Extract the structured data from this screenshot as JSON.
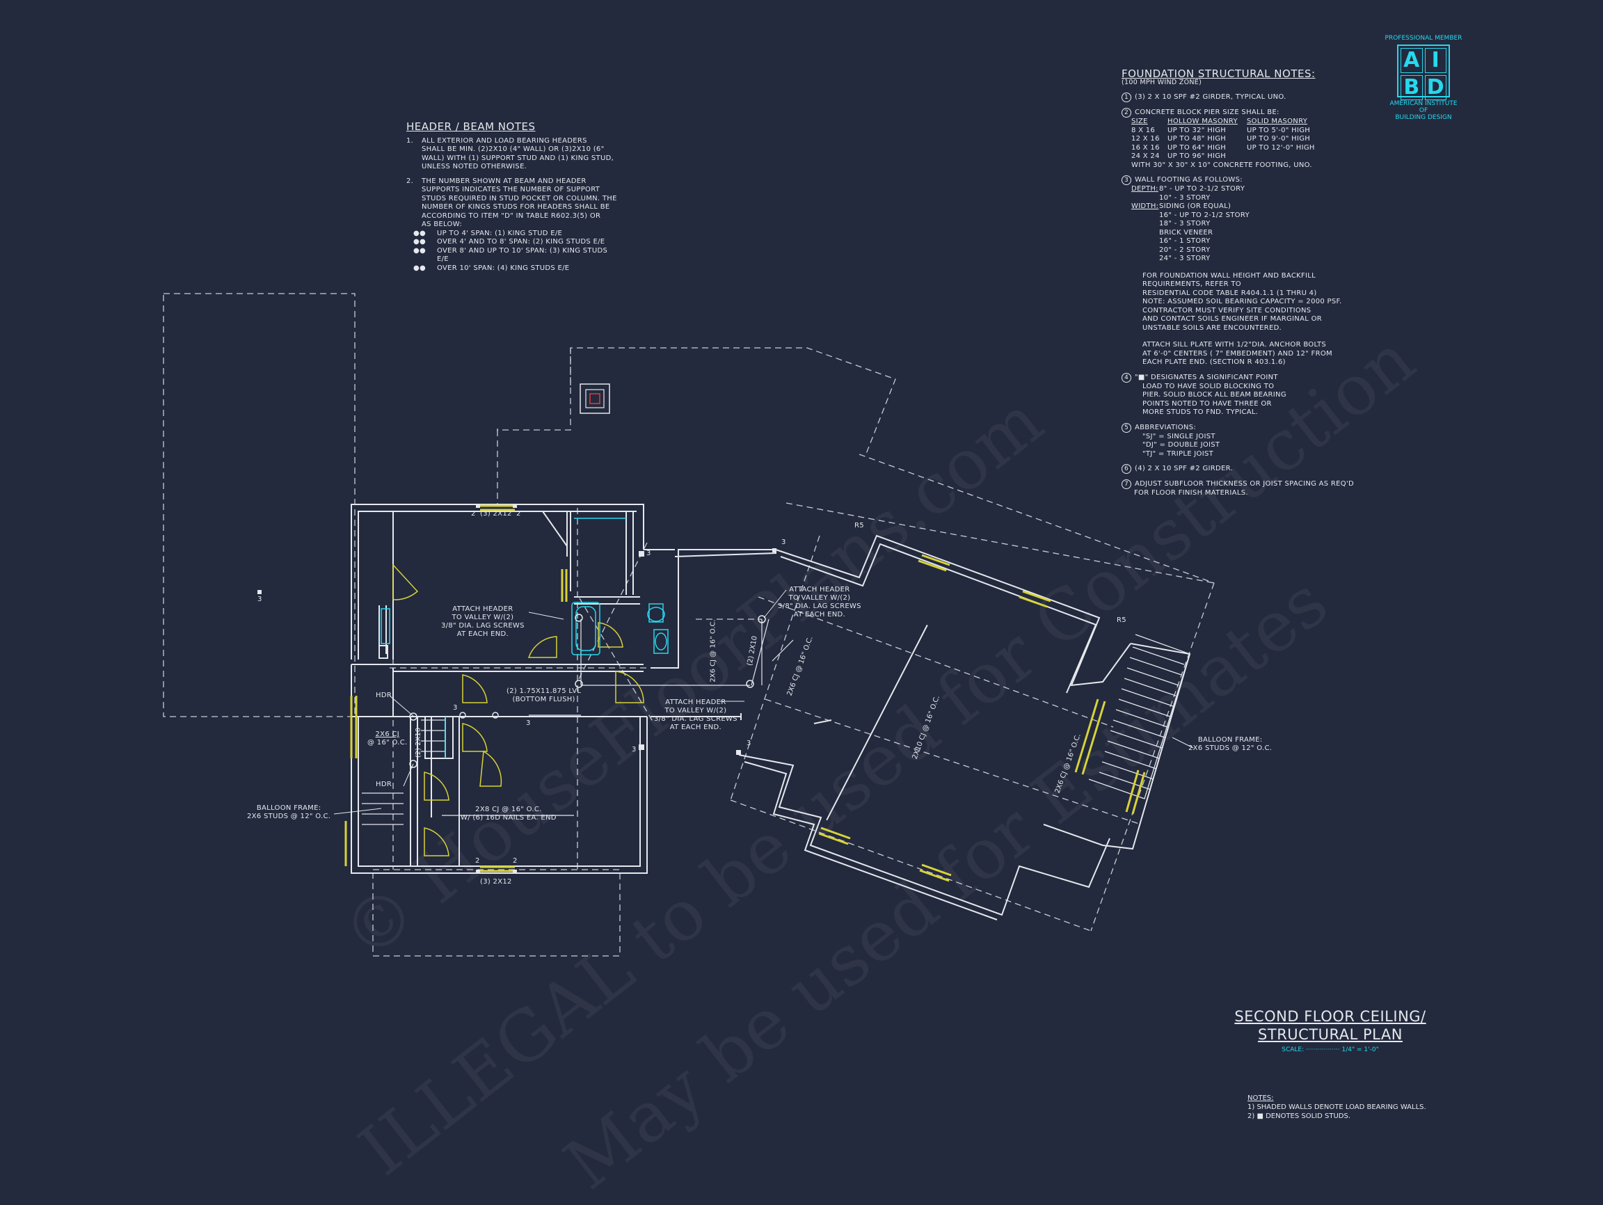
{
  "header_beam_notes": {
    "title": "HEADER / BEAM NOTES",
    "items": [
      {
        "num": "1.",
        "lines": [
          "ALL EXTERIOR AND LOAD BEARING HEADERS",
          "SHALL BE MIN. (2)2x10 (4\" WALL) OR (3)2x10 (6\"",
          "WALL) WITH (1) SUPPORT STUD AND (1) KING STUD,",
          "UNLESS NOTED OTHERWISE."
        ]
      },
      {
        "num": "2.",
        "lines": [
          "THE NUMBER SHOWN AT BEAM AND HEADER",
          "SUPPORTS INDICATES THE NUMBER OF SUPPORT",
          "STUDS REQUIRED IN STUD POCKET OR COLUMN. THE",
          "NUMBER OF KINGS STUDS FOR HEADERS SHALL BE",
          "ACCORDING TO ITEM \"d\" IN TABLE R602.3(5) OR",
          "AS BELOW:"
        ]
      }
    ],
    "bullets": [
      "UP TO 4' SPAN: (1) KING STUD E/E",
      "OVER 4' AND TO 8' SPAN: (2) KING STUDS E/E",
      "OVER 8' AND UP TO 10' SPAN: (3) KING STUDS",
      "E/E",
      "OVER 10' SPAN: (4) KING STUDS E/E"
    ]
  },
  "foundation_notes": {
    "title": "FOUNDATION STRUCTURAL NOTES:",
    "subtitle": "(100 MPH WIND ZONE)",
    "n1": {
      "num": "1",
      "text": "(3) 2 x 10 SPF #2 GIRDER, TYPICAL UNO."
    },
    "n2": {
      "num": "2",
      "text": "CONCRETE BLOCK PIER SIZE SHALL BE:",
      "headers": [
        "SIZE",
        "HOLLOW MASONRY",
        "SOLID MASONRY"
      ],
      "rows": [
        [
          "8 x 16",
          "UP TO 32\" HIGH",
          "UP TO 5'-0\" HIGH"
        ],
        [
          "12 x 16",
          "UP TO 48\" HIGH",
          "UP TO 9'-0\" HIGH"
        ],
        [
          "16 x 16",
          "UP TO 64\" HIGH",
          "UP TO 12'-0\" HIGH"
        ],
        [
          "24 x 24",
          "UP TO 96\" HIGH",
          ""
        ]
      ],
      "footer": "WITH 30\" x 30\" x 10\" CONCRETE FOOTING, UNO."
    },
    "n3": {
      "num": "3",
      "text": "WALL FOOTING AS FOLLOWS:",
      "depth_label": "DEPTH:",
      "depth": [
        "8\" - UP TO 2-1/2 STORY",
        "10\" - 3 STORY"
      ],
      "width_label": "WIDTH:",
      "width": [
        "SIDING (OR EQUAL)",
        "16\" - UP TO 2-1/2 STORY",
        "18\" - 3 STORY",
        "BRICK VENEER",
        "16\" - 1 STORY",
        "20\" - 2 STORY",
        "24\" - 3 STORY"
      ],
      "para1": [
        "FOR FOUNDATION WALL HEIGHT AND BACKFILL",
        "REQUIREMENTS, REFER TO",
        "RESIDENTIAL CODE TABLE R404.1.1 (1 THRU 4)",
        "NOTE: ASSUMED SOIL BEARING CAPACITY = 2000 PSF.",
        "CONTRACTOR MUST VERIFY SITE CONDITIONS",
        "AND CONTACT SOILS ENGINEER IF MARGINAL OR",
        "UNSTABLE SOILS ARE ENCOUNTERED."
      ],
      "para2": [
        "ATTACH SILL PLATE WITH 1/2\"dia. ANCHOR BOLTS",
        "AT 6'-0\" CENTERS ( 7\" EMBEDMENT) AND 12\" FROM",
        "EACH PLATE END. (SECTION R 403.1.6)"
      ]
    },
    "n4": {
      "num": "4",
      "lines": [
        "\"■\" DESIGNATES A SIGNIFICANT POINT",
        "LOAD TO HAVE SOLID BLOCKING TO",
        "PIER. SOLID BLOCK ALL BEAM BEARING",
        "POINTS NOTED TO HAVE THREE OR",
        "MORE STUDS TO FND. TYPICAL."
      ]
    },
    "n5": {
      "num": "5",
      "lines": [
        "ABBREVIATIONS:",
        "\"SJ\" = SINGLE JOIST",
        "\"DJ\" = DOUBLE JOIST",
        "\"TJ\" = TRIPLE JOIST"
      ]
    },
    "n6": {
      "num": "6",
      "text": "(4) 2 x 10 SPF #2 GIRDER."
    },
    "n7": {
      "num": "7",
      "lines": [
        "ADJUST SUBFLOOR THICKNESS OR JOIST SPACING AS REQ'D",
        "FOR FLOOR FINISH MATERIALS."
      ]
    }
  },
  "aibd": {
    "top": "PROFESSIONAL MEMBER",
    "letters": [
      "A",
      "I",
      "B",
      "D"
    ],
    "bottom": [
      "AMERICAN INSTITUTE",
      "OF",
      "BUILDING DESIGN"
    ]
  },
  "plan_labels": {
    "header_top": "(3) 2x12",
    "header_bottom": "(3) 2x12",
    "attach_1": [
      "ATTACH HEADER",
      "TO VALLEY w/(2)",
      "3/8\" DIA. LAG SCREWS",
      "AT EACH END."
    ],
    "attach_2": [
      "ATTACH HEADER",
      "TO VALLEY w/(2)",
      "3/8\" DIA. LAG SCREWS",
      "AT EACH END."
    ],
    "attach_3": [
      "ATTACH HEADER",
      "TO VALLEY w/(2)",
      "3/8\" DIA. LAG SCREWS",
      "AT EACH END."
    ],
    "lvl": [
      "(2) 1.75x11.875 LVL",
      "(BOTTOM FLUSH)"
    ],
    "hdr": "HDR",
    "cj_left": [
      "2x6 CJ",
      "@ 16\" O.C."
    ],
    "cj_bottom": [
      "2x8 CJ @ 16\" O.C.",
      "W/ (6) 16d NAILS EA. END"
    ],
    "balloon_left": [
      "BALLOON FRAME:",
      "2x6 STUDS @ 12\" O.C."
    ],
    "balloon_right": [
      "BALLOON FRAME:",
      "2x6 STUDS @ 12\" O.C."
    ],
    "r5": "R5",
    "num_2": "2",
    "num_3": "3",
    "rot_2x10_center": "2x10 CJ @ 16\" O.C.",
    "rot_2x10": "(2) 2x10",
    "rot_2x6_a": "2x6 CJ @ 16\" O.C.",
    "rot_2x6_b": "2x6 CJ @ 16\" O.C.",
    "rot_2x6_c": "2x6 CJ @ 16\" O.C.",
    "rot_2x10_left": "(2) 2x10"
  },
  "title": {
    "line1": "SECOND FLOOR CEILING/",
    "line2": "STRUCTURAL PLAN",
    "scale": "SCALE: ················· 1/4\" = 1'-0\""
  },
  "bottom_notes": {
    "head": "NOTES:",
    "items": [
      "1) SHADED WALLS DENOTE LOAD BEARING WALLS.",
      "2) ■ DENOTES SOLID STUDS."
    ]
  },
  "watermark": {
    "line1": "© HouseFloorPlans.com",
    "line2": "ILLEGAL to be used for Construction",
    "line3": "May be used for Estimates"
  },
  "colors": {
    "background": "#232a3d",
    "lines": "#e6e8ee",
    "accent_cyan": "#27d8ee",
    "header_yellow": "#d8d23a",
    "pier_red": "#e23a3a"
  }
}
